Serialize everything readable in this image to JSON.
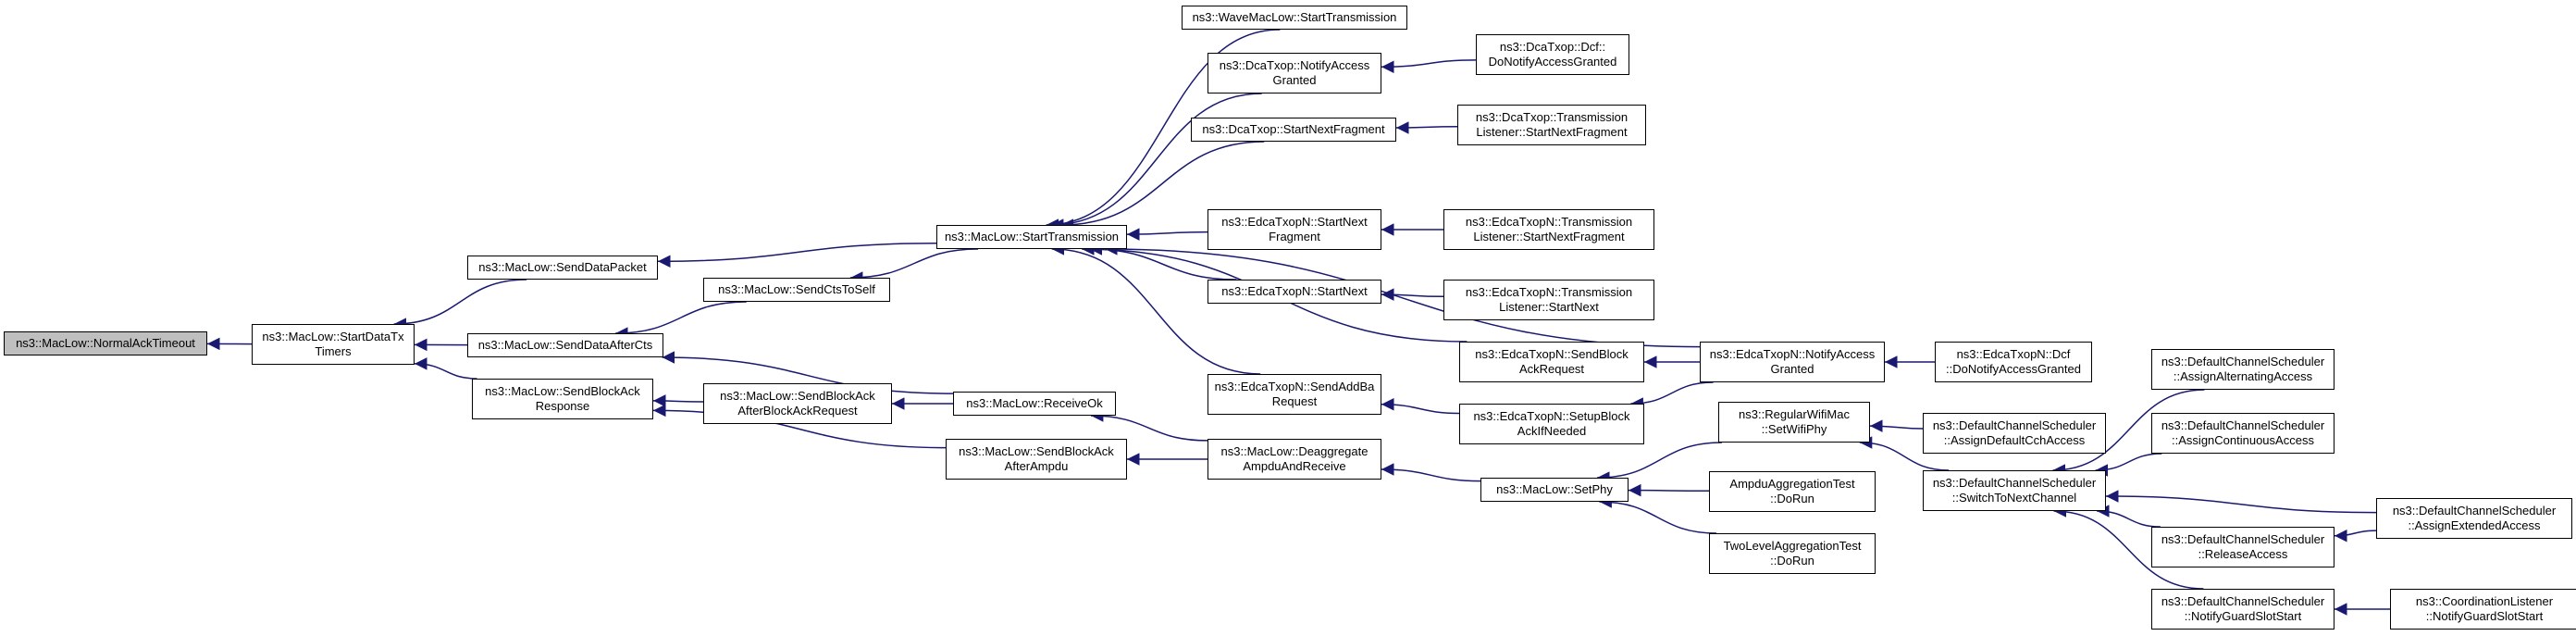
{
  "graph": {
    "edge_color": "#191970",
    "root_fill": "#bfbfbf",
    "nodes": [
      {
        "id": "root",
        "lines": [
          "ns3::MacLow::NormalAckTimeout"
        ],
        "root": true
      },
      {
        "id": "startDataTx",
        "lines": [
          "ns3::MacLow::StartDataTx",
          "Timers"
        ]
      },
      {
        "id": "sendDataPacket",
        "lines": [
          "ns3::MacLow::SendDataPacket"
        ]
      },
      {
        "id": "sendDataAfterCts",
        "lines": [
          "ns3::MacLow::SendDataAfterCts"
        ]
      },
      {
        "id": "sendBlockAckResp",
        "lines": [
          "ns3::MacLow::SendBlockAck",
          "Response"
        ]
      },
      {
        "id": "sendCtsToSelf",
        "lines": [
          "ns3::MacLow::SendCtsToSelf"
        ]
      },
      {
        "id": "sendBlockAckAfterReq",
        "lines": [
          "ns3::MacLow::SendBlockAck",
          "AfterBlockAckRequest"
        ]
      },
      {
        "id": "sendBlockAckAfterAmpdu",
        "lines": [
          "ns3::MacLow::SendBlockAck",
          "AfterAmpdu"
        ]
      },
      {
        "id": "startTransmission",
        "lines": [
          "ns3::MacLow::StartTransmission"
        ]
      },
      {
        "id": "receiveOk",
        "lines": [
          "ns3::MacLow::ReceiveOk"
        ]
      },
      {
        "id": "waveStart",
        "lines": [
          "ns3::WaveMacLow::StartTransmission"
        ]
      },
      {
        "id": "dcaNotifyGranted",
        "lines": [
          "ns3::DcaTxop::NotifyAccess",
          "Granted"
        ]
      },
      {
        "id": "dcaStartNextFrag",
        "lines": [
          "ns3::DcaTxop::StartNextFragment"
        ]
      },
      {
        "id": "edcaStartNextFrag",
        "lines": [
          "ns3::EdcaTxopN::StartNext",
          "Fragment"
        ]
      },
      {
        "id": "edcaStartNext",
        "lines": [
          "ns3::EdcaTxopN::StartNext"
        ]
      },
      {
        "id": "edcaSendBlockAckReq",
        "lines": [
          "ns3::EdcaTxopN::SendBlock",
          "AckRequest"
        ]
      },
      {
        "id": "edcaSendAddBa",
        "lines": [
          "ns3::EdcaTxopN::SendAddBa",
          "Request"
        ]
      },
      {
        "id": "deaggregate",
        "lines": [
          "ns3::MacLow::Deaggregate",
          "AmpduAndReceive"
        ]
      },
      {
        "id": "edcaSetupBlockAck",
        "lines": [
          "ns3::EdcaTxopN::SetupBlock",
          "AckIfNeeded"
        ]
      },
      {
        "id": "setPhy",
        "lines": [
          "ns3::MacLow::SetPhy"
        ]
      },
      {
        "id": "dcfNotifyGranted",
        "lines": [
          "ns3::DcaTxop::Dcf::",
          "DoNotifyAccessGranted"
        ]
      },
      {
        "id": "dcaListenerStartNextFrag",
        "lines": [
          "ns3::DcaTxop::Transmission",
          "Listener::StartNextFragment"
        ]
      },
      {
        "id": "edcaListenerStartNextFrag",
        "lines": [
          "ns3::EdcaTxopN::Transmission",
          "Listener::StartNextFragment"
        ]
      },
      {
        "id": "edcaListenerStartNext",
        "lines": [
          "ns3::EdcaTxopN::Transmission",
          "Listener::StartNext"
        ]
      },
      {
        "id": "edcaNotifyGranted",
        "lines": [
          "ns3::EdcaTxopN::NotifyAccess",
          "Granted"
        ]
      },
      {
        "id": "regularSetWifiPhy",
        "lines": [
          "ns3::RegularWifiMac",
          "::SetWifiPhy"
        ]
      },
      {
        "id": "ampduTestDoRun",
        "lines": [
          "AmpduAggregationTest",
          "::DoRun"
        ]
      },
      {
        "id": "twoLevelDoRun",
        "lines": [
          "TwoLevelAggregationTest",
          "::DoRun"
        ]
      },
      {
        "id": "edcaDcfNotifyGranted",
        "lines": [
          "ns3::EdcaTxopN::Dcf",
          "::DoNotifyAccessGranted"
        ]
      },
      {
        "id": "assignDefaultCch",
        "lines": [
          "ns3::DefaultChannelScheduler",
          "::AssignDefaultCchAccess"
        ]
      },
      {
        "id": "switchToNext",
        "lines": [
          "ns3::DefaultChannelScheduler",
          "::SwitchToNextChannel"
        ]
      },
      {
        "id": "assignAlternating",
        "lines": [
          "ns3::DefaultChannelScheduler",
          "::AssignAlternatingAccess"
        ]
      },
      {
        "id": "assignContinuous",
        "lines": [
          "ns3::DefaultChannelScheduler",
          "::AssignContinuousAccess"
        ]
      },
      {
        "id": "releaseAccess",
        "lines": [
          "ns3::DefaultChannelScheduler",
          "::ReleaseAccess"
        ]
      },
      {
        "id": "notifyGuardSlot",
        "lines": [
          "ns3::DefaultChannelScheduler",
          "::NotifyGuardSlotStart"
        ]
      },
      {
        "id": "assignExtended",
        "lines": [
          "ns3::DefaultChannelScheduler",
          "::AssignExtendedAccess"
        ]
      },
      {
        "id": "coordListener",
        "lines": [
          "ns3::CoordinationListener",
          "::NotifyGuardSlotStart"
        ]
      }
    ],
    "edges": [
      [
        "startDataTx",
        "root"
      ],
      [
        "sendDataPacket",
        "startDataTx"
      ],
      [
        "sendDataAfterCts",
        "startDataTx"
      ],
      [
        "sendBlockAckResp",
        "startDataTx"
      ],
      [
        "startTransmission",
        "sendDataPacket"
      ],
      [
        "sendCtsToSelf",
        "sendDataAfterCts"
      ],
      [
        "receiveOk",
        "sendDataAfterCts"
      ],
      [
        "sendBlockAckAfterReq",
        "sendBlockAckResp"
      ],
      [
        "sendBlockAckAfterAmpdu",
        "sendBlockAckResp"
      ],
      [
        "startTransmission",
        "sendCtsToSelf"
      ],
      [
        "receiveOk",
        "sendBlockAckAfterReq"
      ],
      [
        "deaggregate",
        "sendBlockAckAfterAmpdu"
      ],
      [
        "waveStart",
        "startTransmission"
      ],
      [
        "dcaNotifyGranted",
        "startTransmission"
      ],
      [
        "dcaStartNextFrag",
        "startTransmission"
      ],
      [
        "edcaNotifyGranted",
        "startTransmission"
      ],
      [
        "edcaStartNextFrag",
        "startTransmission"
      ],
      [
        "edcaStartNext",
        "startTransmission"
      ],
      [
        "edcaSendBlockAckReq",
        "startTransmission"
      ],
      [
        "edcaSendAddBa",
        "startTransmission"
      ],
      [
        "deaggregate",
        "receiveOk"
      ],
      [
        "dcfNotifyGranted",
        "dcaNotifyGranted"
      ],
      [
        "dcaListenerStartNextFrag",
        "dcaStartNextFrag"
      ],
      [
        "edcaListenerStartNextFrag",
        "edcaStartNextFrag"
      ],
      [
        "edcaListenerStartNext",
        "edcaStartNext"
      ],
      [
        "edcaNotifyGranted",
        "edcaSendBlockAckReq"
      ],
      [
        "edcaSetupBlockAck",
        "edcaSendAddBa"
      ],
      [
        "setPhy",
        "deaggregate"
      ],
      [
        "edcaNotifyGranted",
        "edcaSetupBlockAck"
      ],
      [
        "regularSetWifiPhy",
        "setPhy"
      ],
      [
        "ampduTestDoRun",
        "setPhy"
      ],
      [
        "twoLevelDoRun",
        "setPhy"
      ],
      [
        "edcaDcfNotifyGranted",
        "edcaNotifyGranted"
      ],
      [
        "assignDefaultCch",
        "regularSetWifiPhy"
      ],
      [
        "switchToNext",
        "regularSetWifiPhy"
      ],
      [
        "assignAlternating",
        "switchToNext"
      ],
      [
        "assignContinuous",
        "switchToNext"
      ],
      [
        "assignExtended",
        "switchToNext"
      ],
      [
        "releaseAccess",
        "switchToNext"
      ],
      [
        "notifyGuardSlot",
        "switchToNext"
      ],
      [
        "assignExtended",
        "releaseAccess"
      ],
      [
        "coordListener",
        "notifyGuardSlot"
      ]
    ]
  }
}
